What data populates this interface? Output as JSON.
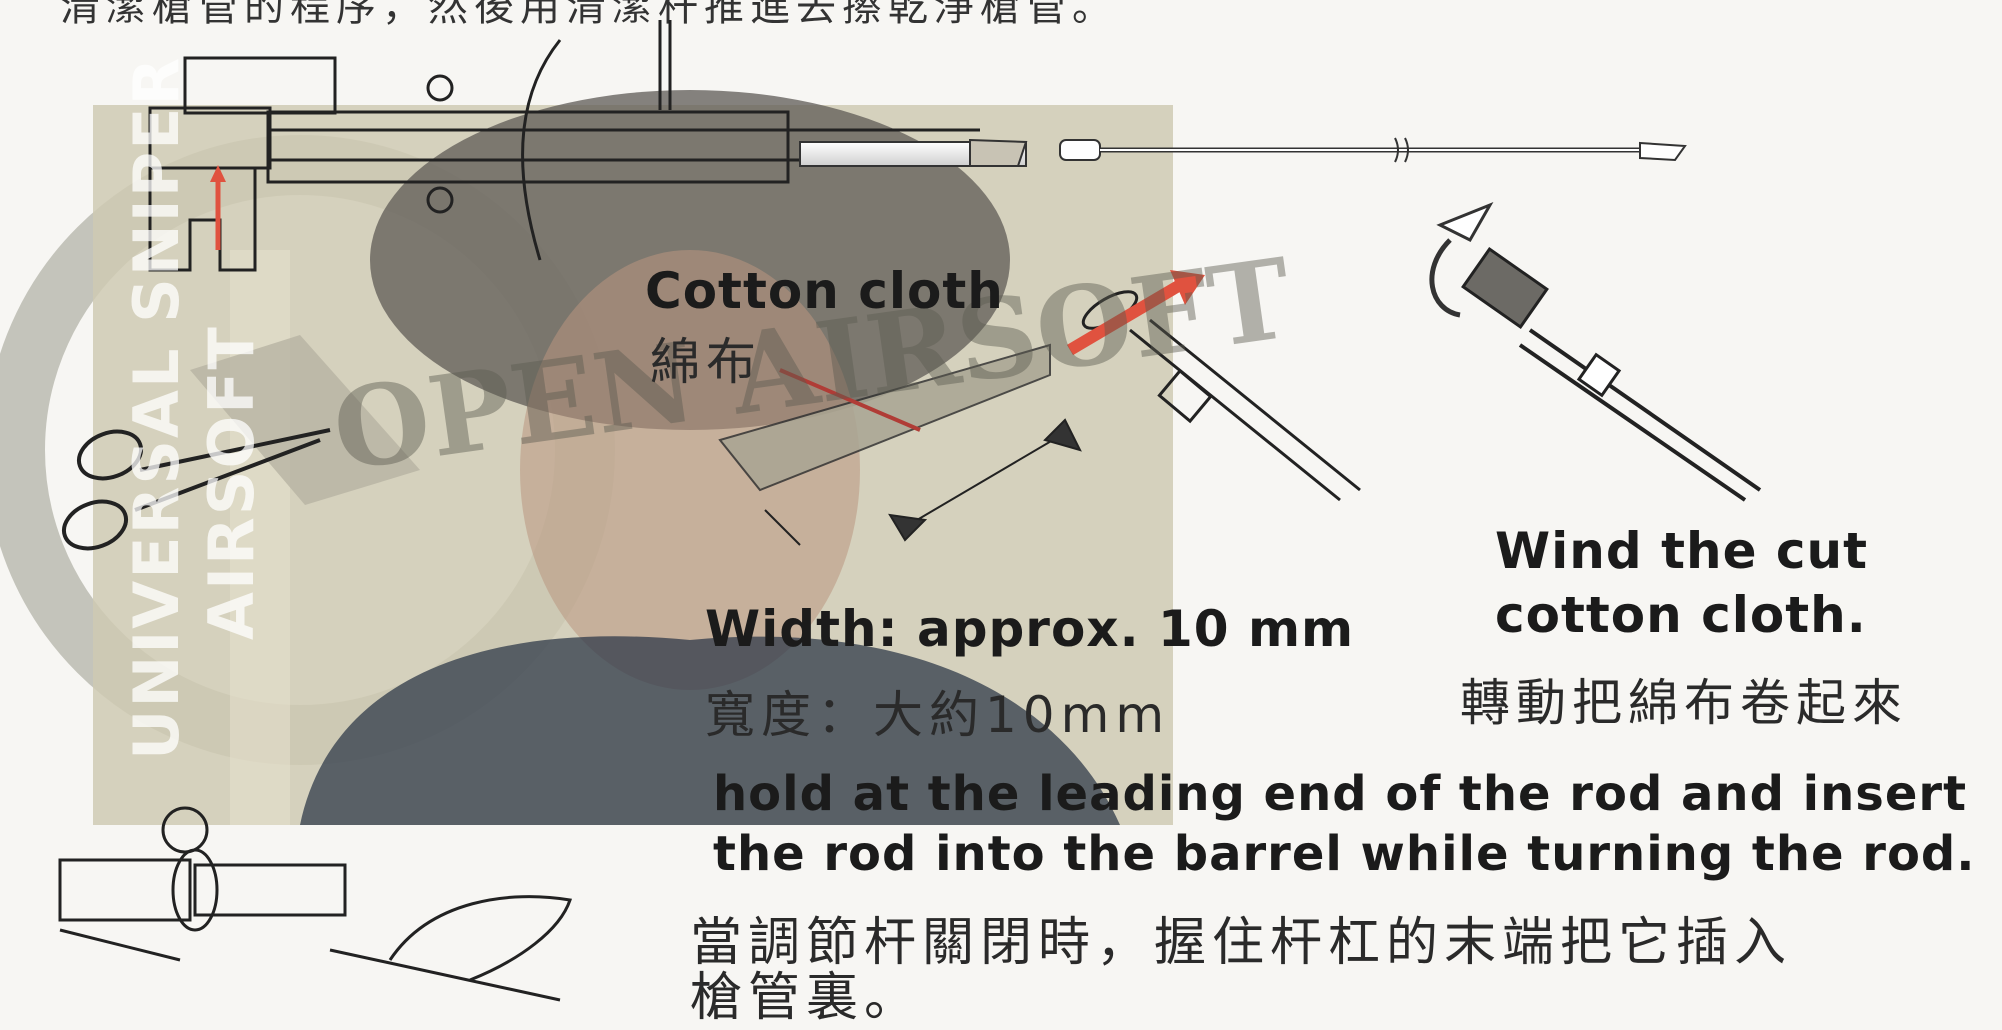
{
  "header_fragment": "清潔槍管的程序，然後用清潔杆推進去擦乾淨槍管。",
  "labels": {
    "cotton_cloth_en": "Cotton cloth",
    "cotton_cloth_cn": "綿布",
    "width_en": "Width: approx. 10 mm",
    "width_cn": "寬度：大約10mm",
    "wind_en_line1": "Wind the cut",
    "wind_en_line2": "cotton cloth.",
    "wind_cn": "轉動把綿布卷起來",
    "hold_en_line1": "hold at the leading end of the rod and insert",
    "hold_en_line2": "the rod into the barrel while turning the rod.",
    "hold_cn_line1": "當調節杆關閉時，握住杆杠的末端把它插入",
    "hold_cn_line2": "槍管裏。"
  },
  "watermark": {
    "vertical_line1": "UNIVERSAL SNIPER",
    "vertical_line2": "AIRSOFT",
    "stamp_text": "OPEN AIRSOFT"
  },
  "colors": {
    "background": "#f7f6f3",
    "ink": "#1b1b1b",
    "arrow_red": "#e0523f",
    "overlay": "#d8d5c2"
  },
  "icons": [
    "scissors-icon",
    "cleaning-rod-icon",
    "rotate-arrow-icon",
    "rifle-muzzle-icon",
    "hand-icon",
    "hop-up-chamber-icon"
  ]
}
